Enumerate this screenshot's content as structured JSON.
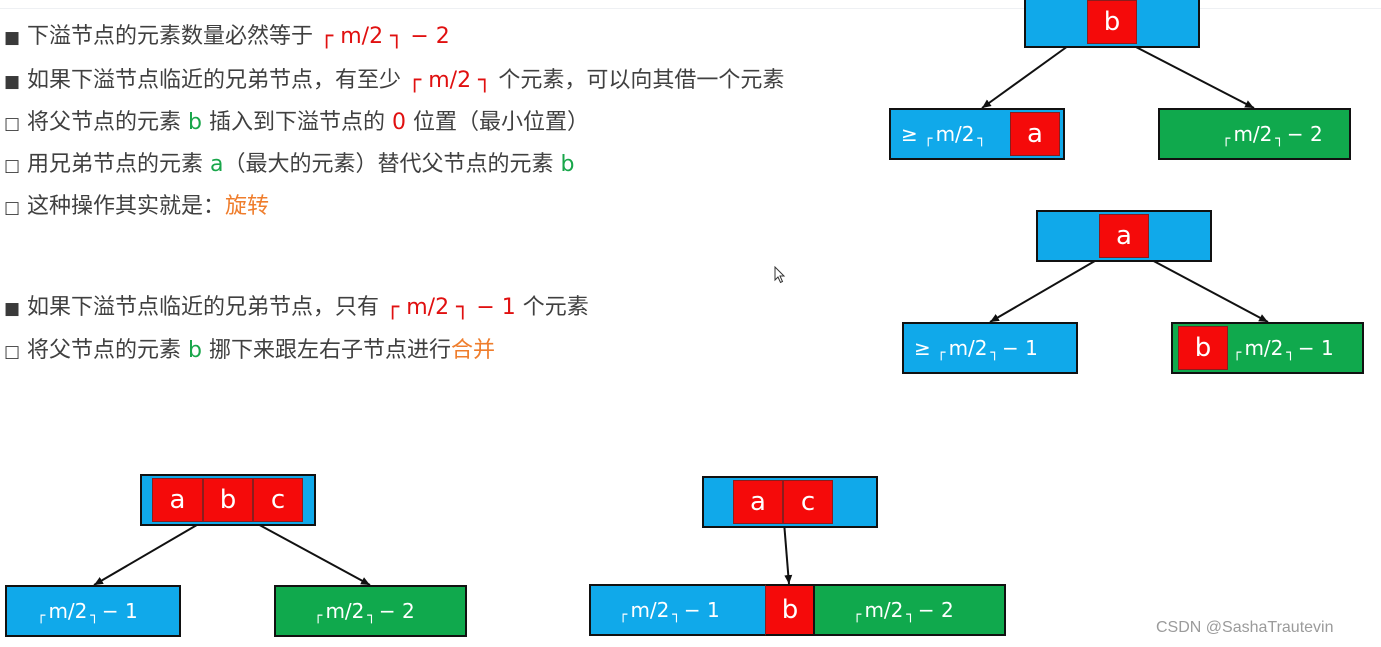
{
  "rules": {
    "r1": {
      "marker": "■",
      "pre": "下溢节点的元素数量必然等于",
      "formula": "┌ m/2 ┐ − 2"
    },
    "r2": {
      "marker": "■",
      "pre": "如果下溢节点临近的兄弟节点，有至少",
      "formula": "┌ m/2 ┐",
      "post": "个元素，可以向其借一个元素"
    },
    "r3": {
      "marker": "□",
      "pre": "将父节点的元素",
      "elem": "b",
      "mid": "插入到下溢节点的",
      "num": "0",
      "post": "位置（最小位置）"
    },
    "r4": {
      "marker": "□",
      "pre": "用兄弟节点的元素",
      "elem": "a",
      "mid": "（最大的元素）替代父节点的元素",
      "elem2": "b"
    },
    "r5": {
      "marker": "□",
      "pre": "这种操作其实就是：",
      "highlight": "旋转"
    },
    "r6": {
      "marker": "■",
      "pre": "如果下溢节点临近的兄弟节点，只有",
      "formula": "┌ m/2 ┐ − 1",
      "post": "个元素"
    },
    "r7": {
      "marker": "□",
      "pre": "将父节点的元素",
      "elem": "b",
      "mid": "挪下来跟左右子节点进行",
      "highlight": "合并"
    }
  },
  "diagram1": {
    "parent_key": "b",
    "left": {
      "prefix": "≥",
      "lf": "┌",
      "m": "m/2",
      "rf": "┐",
      "key": "a"
    },
    "right": {
      "lf": "┌",
      "m": "m/2",
      "rf": "┐",
      "suffix": "− 2"
    }
  },
  "diagram2": {
    "parent_key": "a",
    "left": {
      "prefix": "≥",
      "lf": "┌",
      "m": "m/2",
      "rf": "┐",
      "suffix": "− 1"
    },
    "right": {
      "key": "b",
      "lf": "┌",
      "m": "m/2",
      "rf": "┐",
      "suffix": "− 1"
    }
  },
  "diagram3": {
    "parent_keys": [
      "a",
      "b",
      "c"
    ],
    "left": {
      "lf": "┌",
      "m": "m/2",
      "rf": "┐",
      "suffix": "− 1"
    },
    "right": {
      "lf": "┌",
      "m": "m/2",
      "rf": "┐",
      "suffix": "− 2"
    }
  },
  "diagram4": {
    "parent_keys": [
      "a",
      "c"
    ],
    "left": {
      "lf": "┌",
      "m": "m/2",
      "rf": "┐",
      "suffix": "− 1"
    },
    "middle_key": "b",
    "right": {
      "lf": "┌",
      "m": "m/2",
      "rf": "┐",
      "suffix": "− 2"
    }
  },
  "colors": {
    "node_blue": "#10a9ea",
    "node_green": "#10a94d",
    "key_red": "#f50a0a",
    "text_red": "#e01010",
    "text_green": "#18a64a",
    "text_orange": "#ef7d2c"
  },
  "watermark": "CSDN @SashaTrautevin"
}
